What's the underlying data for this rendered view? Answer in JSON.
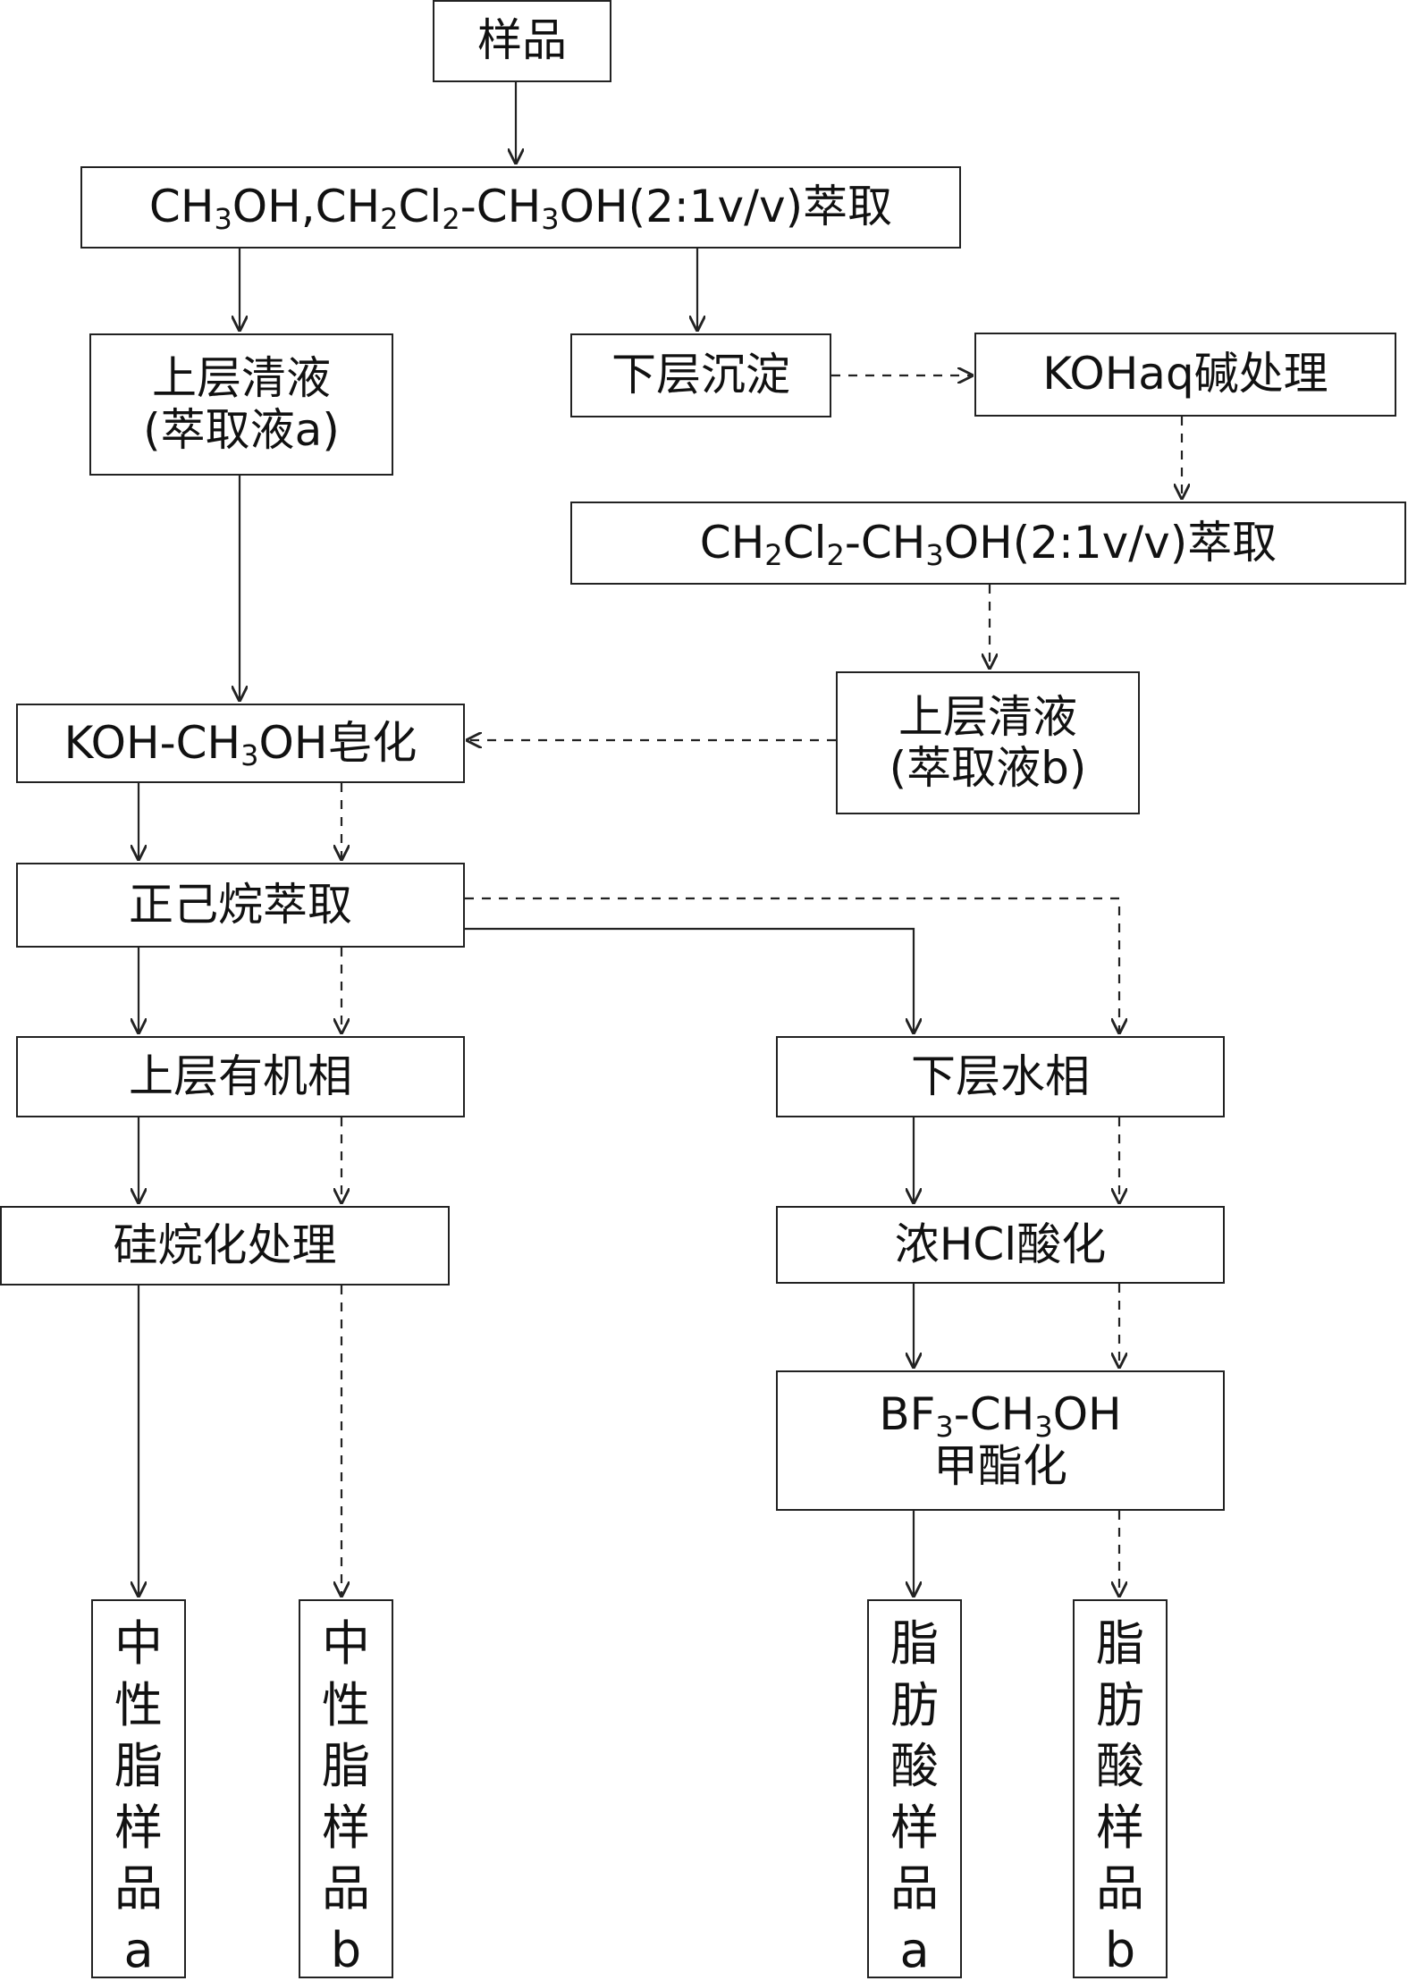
{
  "nodes": {
    "sample": "样品",
    "extraction1": {
      "p1": "CH",
      "s1": "3",
      "p2": "OH,CH",
      "s2": "2",
      "p3": "Cl",
      "s3": "2",
      "p4": "-CH",
      "s4": "3",
      "p5": "OH(2:1v/v)萃取"
    },
    "supernatant_a": {
      "line1": "上层清液",
      "line2": "(萃取液a)"
    },
    "lower_precipitate": "下层沉淀",
    "koh_alkali": "KOHaq碱处理",
    "extraction2": {
      "p1": "CH",
      "s1": "2",
      "p2": "Cl",
      "s2": "2",
      "p3": "-CH",
      "s3": "3",
      "p4": "OH(2:1v/v)萃取"
    },
    "supernatant_b": {
      "line1": "上层清液",
      "line2": "(萃取液b)"
    },
    "saponification": {
      "p1": "KOH-CH",
      "s1": "3",
      "p2": "OH皂化"
    },
    "hexane_extraction": "正己烷萃取",
    "organic_phase": "上层有机相",
    "aqueous_phase": "下层水相",
    "silylation": "硅烷化处理",
    "hcl_acidify": "浓HCl酸化",
    "methylation": {
      "p1": "BF",
      "s1": "3",
      "p2": "-CH",
      "s2": "3",
      "p3": "OH",
      "line2": "甲酯化"
    },
    "neutral_a": [
      "中",
      "性",
      "脂",
      "样",
      "品",
      "a"
    ],
    "neutral_b": [
      "中",
      "性",
      "脂",
      "样",
      "品",
      "b"
    ],
    "fatty_a": [
      "脂",
      "肪",
      "酸",
      "样",
      "品",
      "a"
    ],
    "fatty_b": [
      "脂",
      "肪",
      "酸",
      "样",
      "品",
      "b"
    ]
  },
  "colors": {
    "line": "#222222",
    "background": "#ffffff"
  }
}
